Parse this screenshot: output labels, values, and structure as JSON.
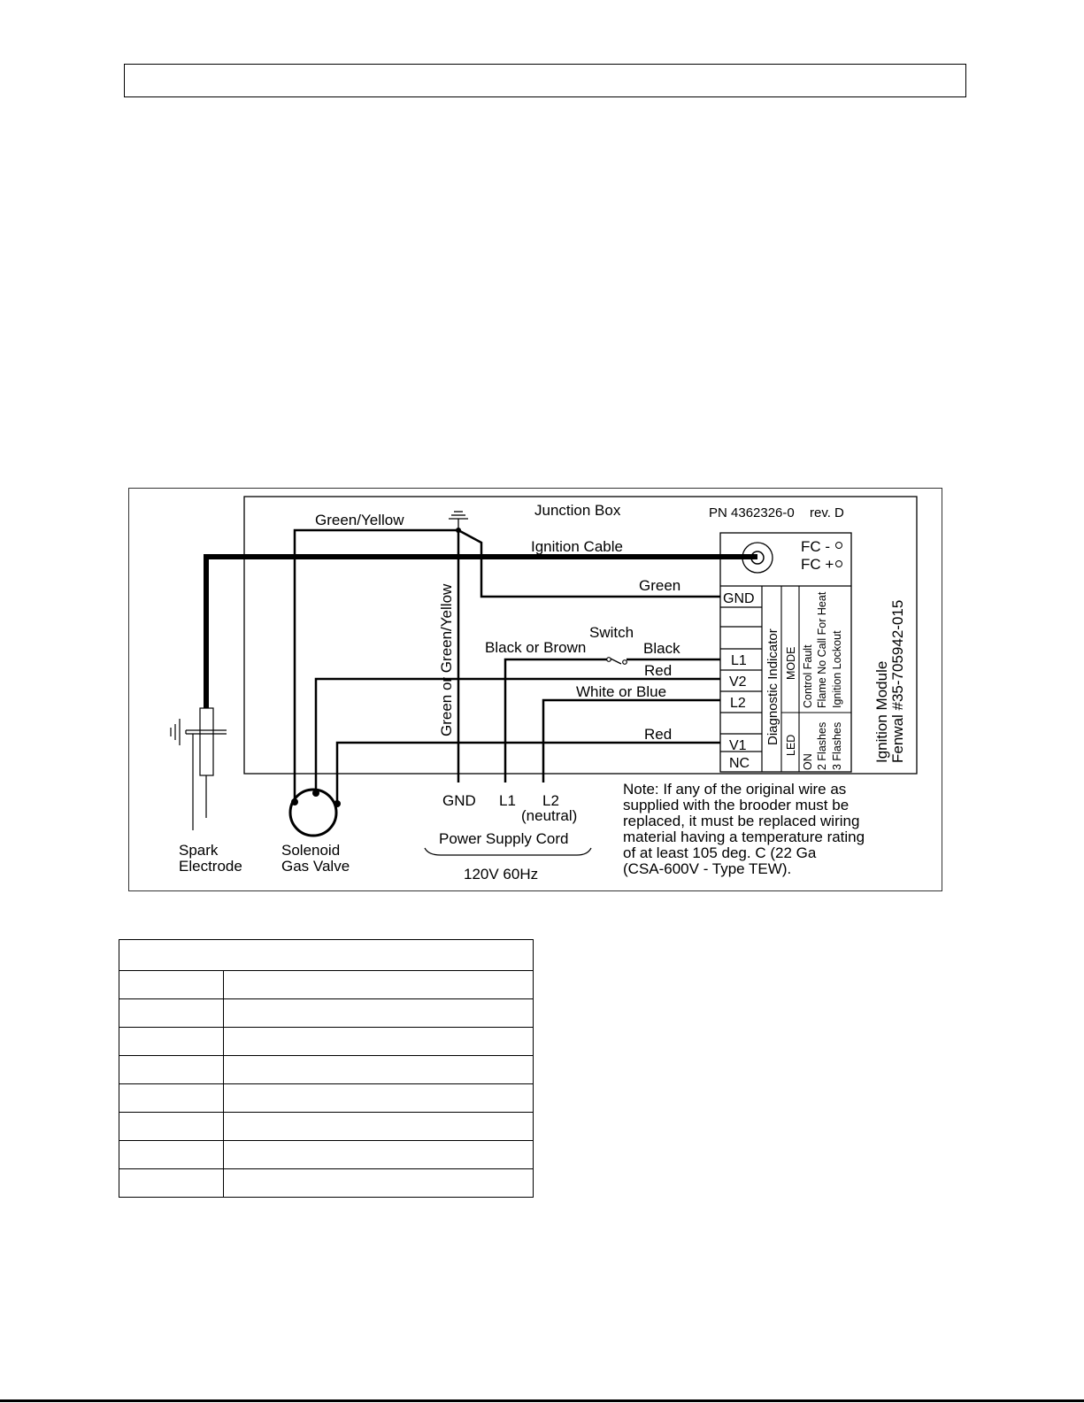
{
  "diagram": {
    "title": "Junction Box",
    "part_number": "PN 4362326-0",
    "revision": "rev. D",
    "labels": {
      "green_yellow_top": "Green/Yellow",
      "ignition_cable": "Ignition Cable",
      "green": "Green",
      "green_or_green_yellow": "Green or Green/Yellow",
      "switch": "Switch",
      "black_or_brown": "Black or Brown",
      "black": "Black",
      "red_v2": "Red",
      "white_or_blue": "White or Blue",
      "red_v1": "Red",
      "fc_minus": "FC -",
      "fc_plus": "FC +"
    },
    "terminals": [
      "GND",
      "L1",
      "V2",
      "L2",
      "V1",
      "NC"
    ],
    "diagnostic": {
      "title": "Diagnostic Indicator",
      "led_header": "LED",
      "mode_header": "MODE",
      "rows": [
        {
          "led": "ON",
          "mode": "Control Fault"
        },
        {
          "led": "2 Flashes",
          "mode": "Flame No Call For Heat"
        },
        {
          "led": "3 Flashes",
          "mode": "Ignition Lockout"
        }
      ]
    },
    "module_label_1": "Ignition Module",
    "module_label_2": "Fenwal #35-705942-015",
    "components": {
      "spark_1": "Spark",
      "spark_2": "Electrode",
      "valve_1": "Solenoid",
      "valve_2": "Gas Valve"
    },
    "power": {
      "gnd": "GND",
      "l1": "L1",
      "l2": "L2",
      "neutral": "(neutral)",
      "cord": "Power Supply Cord",
      "voltage": "120V 60Hz"
    },
    "note_lines": [
      "Note: If any of the original wire as",
      "supplied with the brooder must be",
      "replaced, it must be replaced wiring",
      "material having a temperature rating",
      "of at least 105 deg. C (22 Ga",
      "(CSA-600V - Type TEW)."
    ]
  }
}
